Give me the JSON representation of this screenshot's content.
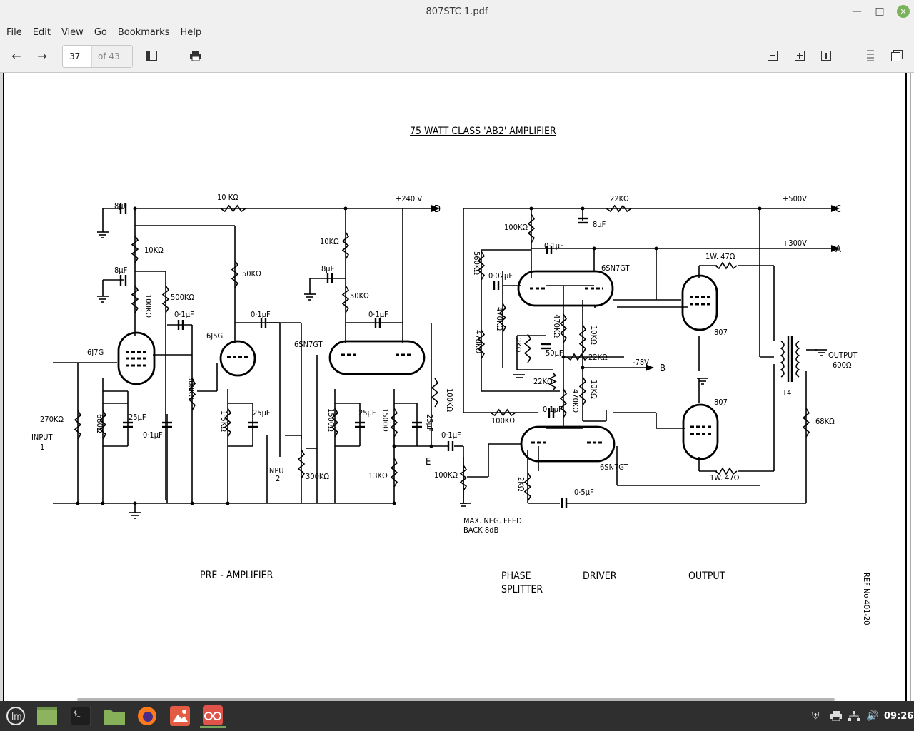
{
  "window": {
    "title": "807STC 1.pdf"
  },
  "menu": [
    "File",
    "Edit",
    "View",
    "Go",
    "Bookmarks",
    "Help"
  ],
  "toolbar": {
    "page_current": "37",
    "page_total": "of 43"
  },
  "schematic": {
    "title": "75 WATT CLASS 'AB2' AMPLIFIER",
    "sections": {
      "pre": "PRE - AMPLIFIER",
      "phase1": "PHASE",
      "phase2": "SPLITTER",
      "driver": "DRIVER",
      "output": "OUTPUT"
    },
    "ref": "REF No 401-20",
    "feedback1": "MAX. NEG. FEED",
    "feedback2": "BACK 8dB",
    "input1a": "INPUT",
    "input1b": "1",
    "input2a": "INPUT",
    "input2b": "2",
    "output1": "OUTPUT",
    "output2": "600Ω",
    "rails": {
      "v240": "+240 V",
      "d": "D",
      "v500": "+500V",
      "c": "C",
      "v300": "+300V",
      "a": "A",
      "vm78": "-78V",
      "b": "B",
      "e": "E"
    },
    "tubes": {
      "t1": "6J7G",
      "t2": "6J5G",
      "t3": "6SN7GT",
      "t4": "6SN7GT",
      "t5": "6SN7GT",
      "t6": "807",
      "t7": "807",
      "xf": "T4"
    },
    "labels": {
      "r10k_top": "10 KΩ",
      "c8_1": "8µF",
      "r10k_1": "10KΩ",
      "c8_2": "8µF",
      "r100k_1": "100KΩ",
      "r500k": "500KΩ",
      "c01_1": "0·1µF",
      "r50k_1": "50KΩ",
      "c01_2": "0·1µF",
      "r10k_2": "10KΩ",
      "c8_3": "8µF",
      "r50k_2": "50KΩ",
      "c01_3": "0·1µF",
      "r270k": "270KΩ",
      "r680": "680Ω",
      "c25_1": "25µF",
      "c01_4": "0·1µF",
      "r300k_1": "300KΩ",
      "r15k": "1·5KΩ",
      "c25_2": "25µF",
      "r300k_2": "300KΩ",
      "r1500_1": "1500Ω",
      "c25_3": "25µF",
      "r1500_2": "1500Ω",
      "c25_4": "25µF",
      "r100k_2": "100KΩ",
      "r13k": "13KΩ",
      "c01_5": "0·1µF",
      "r100k_3": "100KΩ",
      "r22k_top": "22KΩ",
      "c8_4": "8µF",
      "r100k_4": "100KΩ",
      "c01_6": "0·1µF",
      "r560k": "560KΩ",
      "c002": "0·02µF",
      "r470k_1": "470KΩ",
      "r470k_2": "470KΩ",
      "r2k_1": "2KΩ",
      "c50": "50µF",
      "r470k_3": "470KΩ",
      "r10k_3": "10KΩ",
      "r22k_mid": "22KΩ",
      "r22k_low": "22KΩ",
      "r470k_4": "470KΩ",
      "r10k_4": "10KΩ",
      "r100k_5": "100KΩ",
      "c01_7": "0·1µF",
      "r2k_2": "2KΩ",
      "c05": "0·5µF",
      "r47_1": "1W. 47Ω",
      "r47_2": "1W. 47Ω",
      "r68k": "68KΩ"
    }
  },
  "taskbar": {
    "clock": "09:26"
  }
}
